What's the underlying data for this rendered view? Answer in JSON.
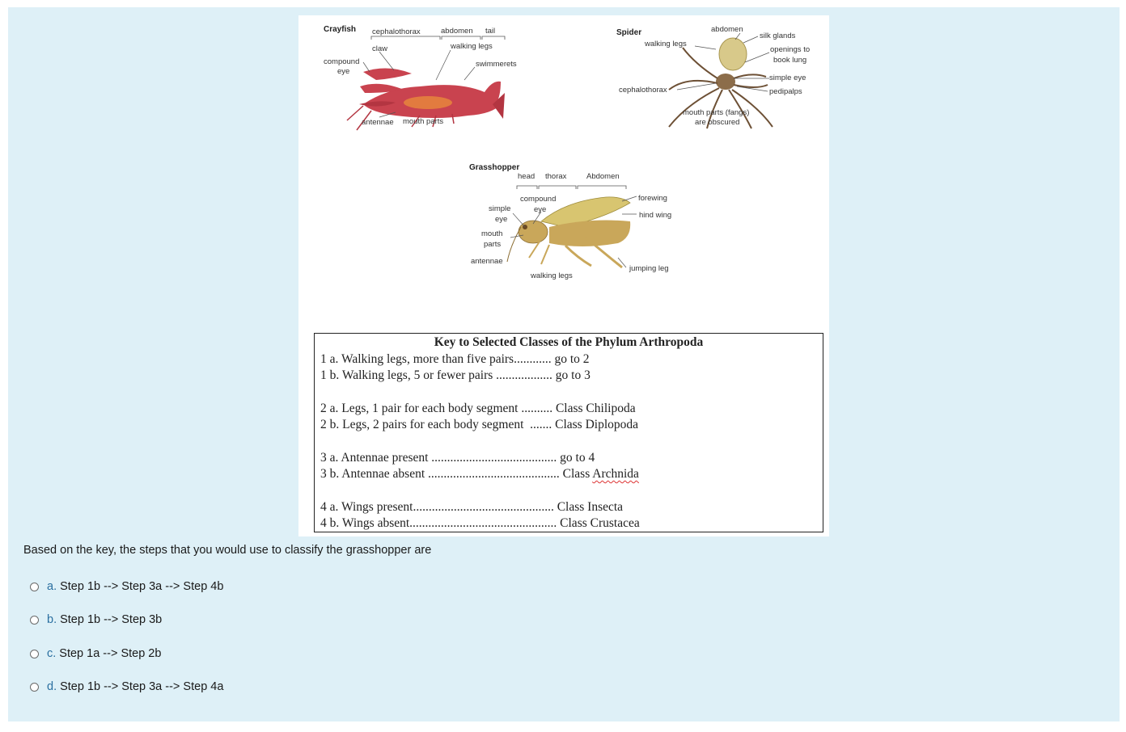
{
  "figure": {
    "crayfish": {
      "title": "Crayfish",
      "labels": [
        "cephalothorax",
        "abdomen",
        "tail",
        "claw",
        "walking legs",
        "compound",
        "eye",
        "swimmerets",
        "antennae",
        "mouth parts"
      ]
    },
    "spider": {
      "title": "Spider",
      "labels": [
        "abdomen",
        "silk glands",
        "walking legs",
        "openings to",
        "book lung",
        "simple eye",
        "cephalothorax",
        "pedipalps",
        "mouth parts (fangs)",
        "are obscured"
      ]
    },
    "grasshopper": {
      "title": "Grasshopper",
      "labels": [
        "head",
        "thorax",
        "Abdomen",
        "compound",
        "eye",
        "forewing",
        "simple",
        "eye",
        "hind wing",
        "mouth",
        "parts",
        "antennae",
        "jumping leg",
        "walking legs"
      ]
    }
  },
  "key": {
    "title": "Key to Selected Classes of the Phylum Arthropoda",
    "lines": [
      "1 a. Walking legs, more than five pairs............ go to 2",
      "1 b. Walking legs, 5 or fewer pairs .................. go to 3",
      "2 a. Legs, 1 pair for each body segment .......... Class Chilipoda",
      "2 b. Legs, 2 pairs for each body segment  ....... Class Diplopoda",
      "3 a. Antennae present ........................................ go to 4",
      "3 b. Antennae absent .......................................... Class ",
      "4 a. Wings present............................................. Class Insecta",
      "4 b. Wings absent............................................... Class Crustacea"
    ],
    "misspelled_word": "Archnida"
  },
  "question": "Based on the key, the steps that you would use to classify the grasshopper are",
  "options": [
    {
      "letter": "a.",
      "text": "Step 1b --> Step 3a --> Step 4b"
    },
    {
      "letter": "b.",
      "text": "Step 1b --> Step 3b"
    },
    {
      "letter": "c.",
      "text": "Step 1a --> Step 2b"
    },
    {
      "letter": "d.",
      "text": "Step 1b --> Step 3a --> Step 4a"
    }
  ]
}
